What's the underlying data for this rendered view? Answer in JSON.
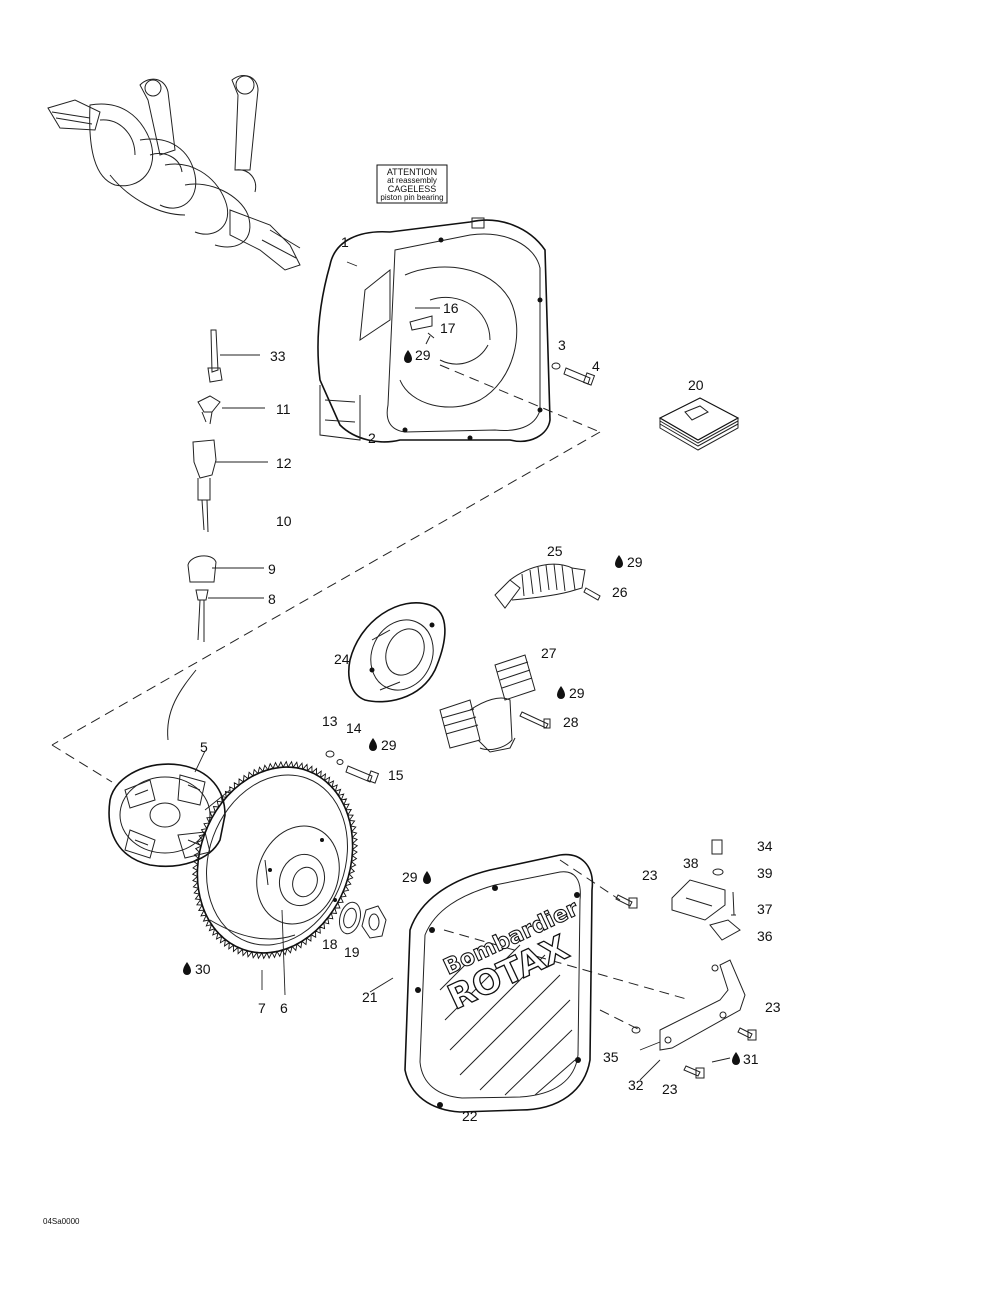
{
  "figure_code": "04Sa0000",
  "attention_label": {
    "line1": "ATTENTION",
    "line2": "at reassembly",
    "line3": "CAGELESS",
    "line4": "piston pin bearing"
  },
  "logo_text": [
    "Bombardier",
    "ROTAX"
  ],
  "oil_symbol": "oil-drop-icon",
  "parts": {
    "p1": "1",
    "p2": "2",
    "p3": "3",
    "p4": "4",
    "p5": "5",
    "p6": "6",
    "p7": "7",
    "p8": "8",
    "p9": "9",
    "p10": "10",
    "p11": "11",
    "p12": "12",
    "p13": "13",
    "p14": "14",
    "p15": "15",
    "p16": "16",
    "p17": "17",
    "p18": "18",
    "p19": "19",
    "p20": "20",
    "p21": "21",
    "p22": "22",
    "p23a": "23",
    "p23b": "23",
    "p23c": "23",
    "p24": "24",
    "p25": "25",
    "p26": "26",
    "p27": "27",
    "p28": "28",
    "p29a": "29",
    "p29b": "29",
    "p29c": "29",
    "p29d": "29",
    "p29e": "29",
    "p30": "30",
    "p31": "31",
    "p32": "32",
    "p33": "33",
    "p34": "34",
    "p35": "35",
    "p36": "36",
    "p37": "37",
    "p38": "38",
    "p39": "39"
  }
}
